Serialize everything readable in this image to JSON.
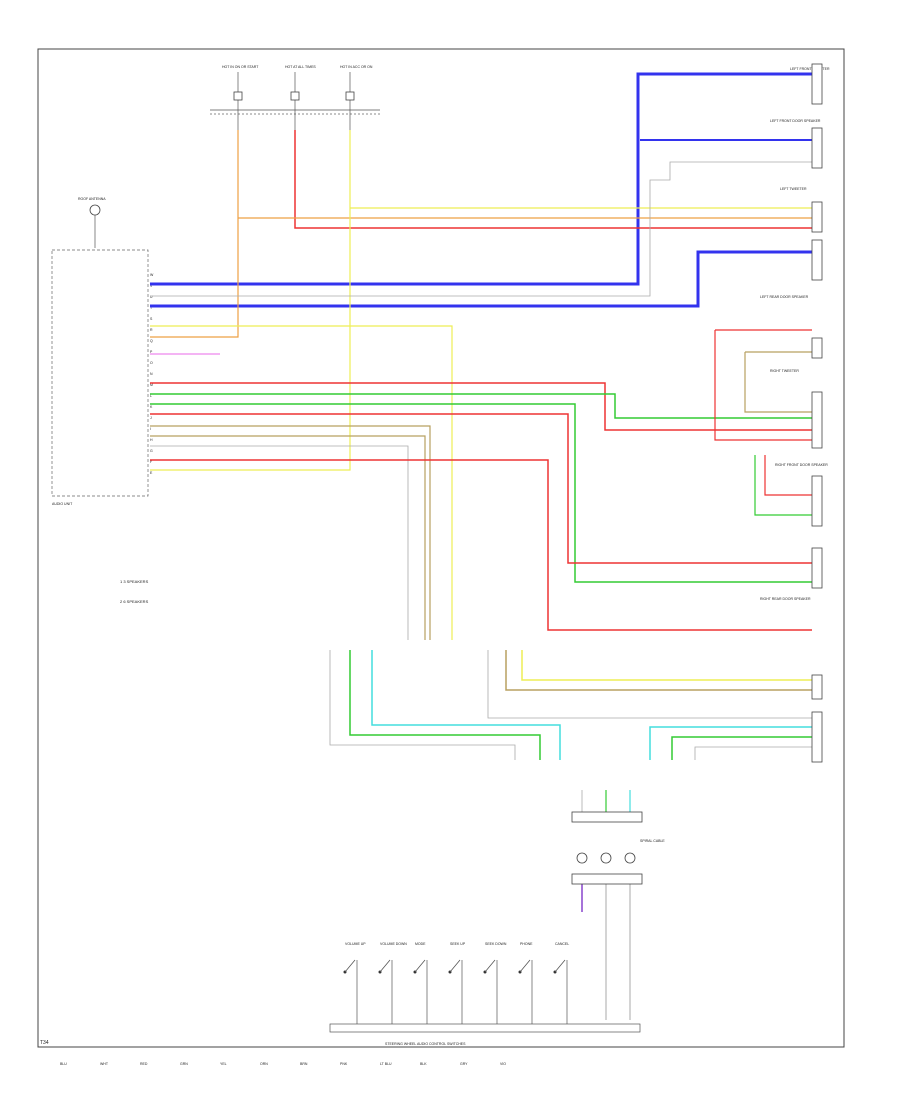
{
  "diagram": {
    "footer_code": "T34",
    "controller": {
      "label": "AUDIO UNIT",
      "pin_labels": [
        "W",
        "V",
        "U",
        "T",
        "S",
        "R",
        "Q",
        "P",
        "O",
        "N",
        "M",
        "L",
        "K",
        "J",
        "I",
        "H",
        "G",
        "F",
        "E"
      ]
    },
    "antenna": {
      "label": "ROOF ANTENNA"
    },
    "notes": [
      "1  3 SPEAKERS",
      "2  6 SPEAKERS"
    ],
    "components": [
      {
        "id": "c1",
        "label": "LEFT FRONT TWEETER"
      },
      {
        "id": "c2",
        "label": "LEFT FRONT DOOR SPEAKER"
      },
      {
        "id": "c3",
        "label": "LEFT TWEETER"
      },
      {
        "id": "c4",
        "label": "RIGHT TWEETER"
      },
      {
        "id": "c5",
        "label": "RIGHT FRONT DOOR SPEAKER"
      },
      {
        "id": "c6",
        "label": "LEFT REAR DOOR SPEAKER"
      },
      {
        "id": "c7",
        "label": "RIGHT REAR DOOR SPEAKER"
      },
      {
        "id": "c8",
        "label": "SPIRAL CABLE"
      },
      {
        "id": "c9",
        "label": "STEERING WHEEL AUDIO CONTROL SWITCHES"
      }
    ],
    "fuses": [
      {
        "label": "HOT IN ON OR START"
      },
      {
        "label": "HOT AT ALL TIMES"
      },
      {
        "label": "HOT IN ACC OR ON"
      }
    ],
    "wires": [
      {
        "label": "BLU"
      },
      {
        "label": "WHT"
      },
      {
        "label": "RED"
      },
      {
        "label": "GRN"
      },
      {
        "label": "YEL"
      },
      {
        "label": "ORN"
      },
      {
        "label": "BRN"
      },
      {
        "label": "PNK"
      },
      {
        "label": "LT BLU"
      },
      {
        "label": "BLK"
      },
      {
        "label": "GRY"
      },
      {
        "label": "VIO"
      }
    ],
    "switches": [
      {
        "label": "VOLUME UP"
      },
      {
        "label": "VOLUME DOWN"
      },
      {
        "label": "MODE"
      },
      {
        "label": "SEEK UP"
      },
      {
        "label": "SEEK DOWN"
      },
      {
        "label": "PHONE"
      },
      {
        "label": "CANCEL"
      }
    ],
    "colors": {
      "blue": "#3333ee",
      "red": "#ee3333",
      "green": "#33cc33",
      "yellow": "#eeee55",
      "orange": "#eea044",
      "tan": "#b8a060",
      "cyan": "#44dddd",
      "pink": "#ee88ee",
      "gray": "#aaaaaa",
      "violet": "#8844cc"
    }
  }
}
